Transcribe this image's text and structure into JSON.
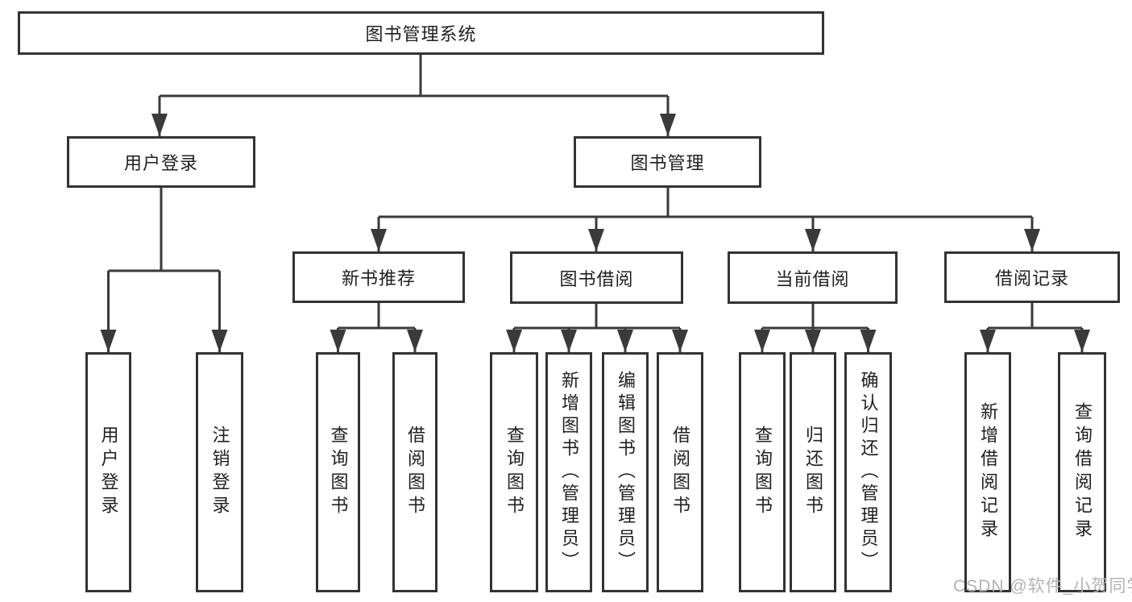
{
  "tree": {
    "root": "图书管理系统",
    "branches": {
      "user_login": "用户登录",
      "book_management": "图书管理"
    },
    "modules": {
      "new_book": "新书推荐",
      "borrow": "图书借阅",
      "current": "当前借阅",
      "records": "借阅记录"
    },
    "leaves": {
      "user_login": [
        "用户登录",
        "注销登录"
      ],
      "new_book": [
        "查询图书",
        "借阅图书"
      ],
      "borrow": [
        "查询图书",
        "新增图书（管理员）",
        "编辑图书（管理员）",
        "借阅图书"
      ],
      "current": [
        "查询图书",
        "归还图书",
        "确认归还（管理员）"
      ],
      "records": [
        "新增借阅记录",
        "查询借阅记录"
      ]
    }
  },
  "watermark": "CSDN @软件_小贺同学",
  "colors": {
    "line": "#3a3a3a",
    "border": "#333333",
    "text": "#1f1f1f",
    "watermark": "#b3b3b3",
    "background": "#ffffff"
  }
}
